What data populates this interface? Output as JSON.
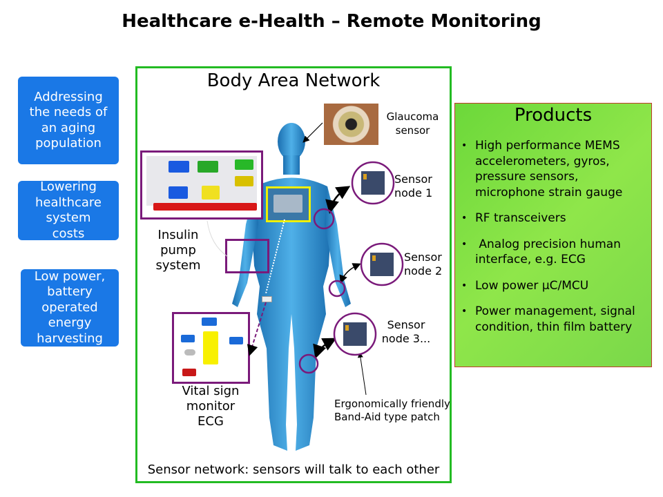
{
  "title": "Healthcare e-Health – Remote Monitoring",
  "left_boxes": [
    "Addressing the needs of an aging population",
    "Lowering healthcare system costs",
    "Low power, battery operated energy harvesting"
  ],
  "ban": {
    "title": "Body Area Network",
    "insulin_label": "Insulin pump system",
    "ecg_label": "Vital sign monitor ECG",
    "glaucoma_label": "Glaucoma sensor",
    "sensor_nodes": [
      "Sensor node 1",
      "Sensor node 2",
      "Sensor node 3..."
    ],
    "patch_label": "Ergonomically friendly Band-Aid type patch",
    "footer": "Sensor network: sensors will talk to each other"
  },
  "products": {
    "title": "Products",
    "items": [
      "High performance MEMS accelerometers, gyros, pressure sensors, microphone strain gauge",
      "RF transceivers",
      " Analog precision human interface, e.g. ECG",
      "Low power µC/MCU",
      "Power management, signal condition, thin film battery"
    ]
  },
  "colors": {
    "blue_box": "#1a78e6",
    "frame": "#22bb22",
    "purple": "#7a1a7a",
    "products_bg": "#7ddc3a"
  }
}
